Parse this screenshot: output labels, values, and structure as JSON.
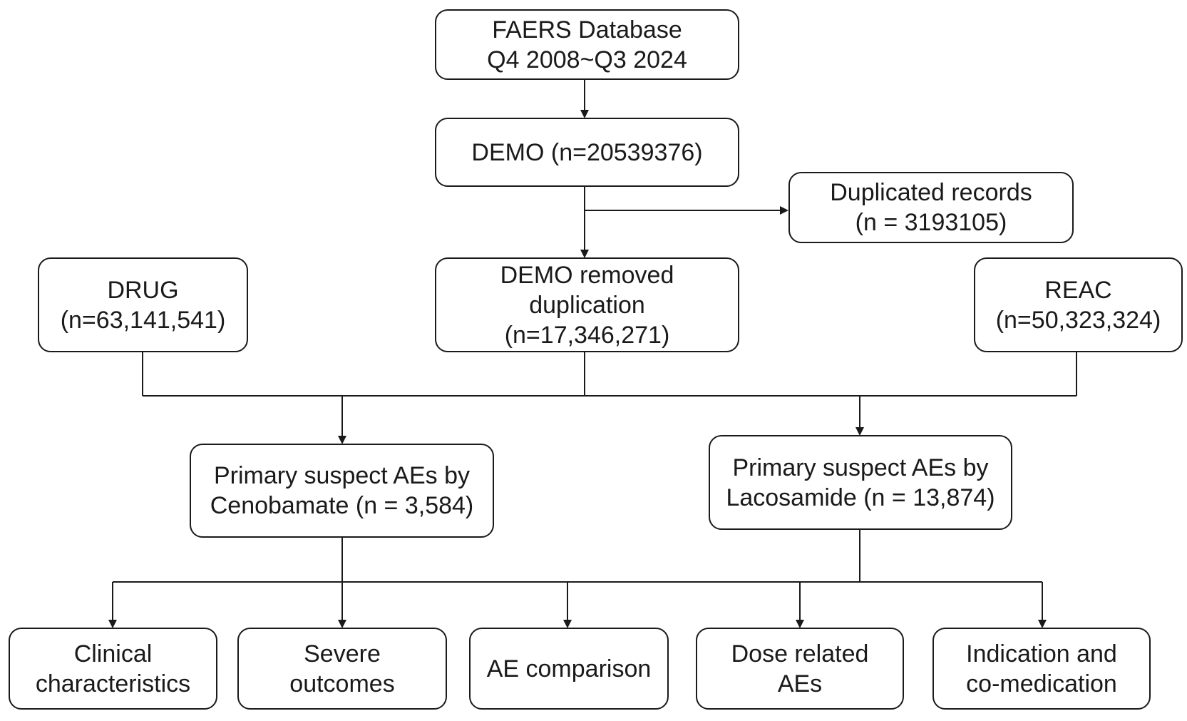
{
  "flowchart": {
    "faers": {
      "line1": "FAERS Database",
      "line2": "Q4 2008~Q3 2024"
    },
    "demo": {
      "line1": "DEMO (n=20539376)"
    },
    "duplicated": {
      "line1": "Duplicated records",
      "line2": "(n = 3193105)"
    },
    "drug": {
      "line1": "DRUG",
      "line2": "(n=63,141,541)"
    },
    "demo_removed": {
      "line1": "DEMO removed",
      "line2": "duplication",
      "line3": "(n=17,346,271)"
    },
    "reac": {
      "line1": "REAC",
      "line2": "(n=50,323,324)"
    },
    "cenobamate": {
      "line1": "Primary suspect AEs by",
      "line2": "Cenobamate (n = 3,584)"
    },
    "lacosamide": {
      "line1": "Primary suspect AEs by",
      "line2": "Lacosamide (n = 13,874)"
    },
    "clinical": {
      "line1": "Clinical",
      "line2": "characteristics"
    },
    "severe": {
      "line1": "Severe",
      "line2": "outcomes"
    },
    "ae_comparison": {
      "line1": "AE comparison"
    },
    "dose": {
      "line1": "Dose related",
      "line2": "AEs"
    },
    "indication": {
      "line1": "Indication and",
      "line2": "co-medication"
    }
  },
  "colors": {
    "stroke": "#1a1a1a",
    "background": "#ffffff"
  }
}
